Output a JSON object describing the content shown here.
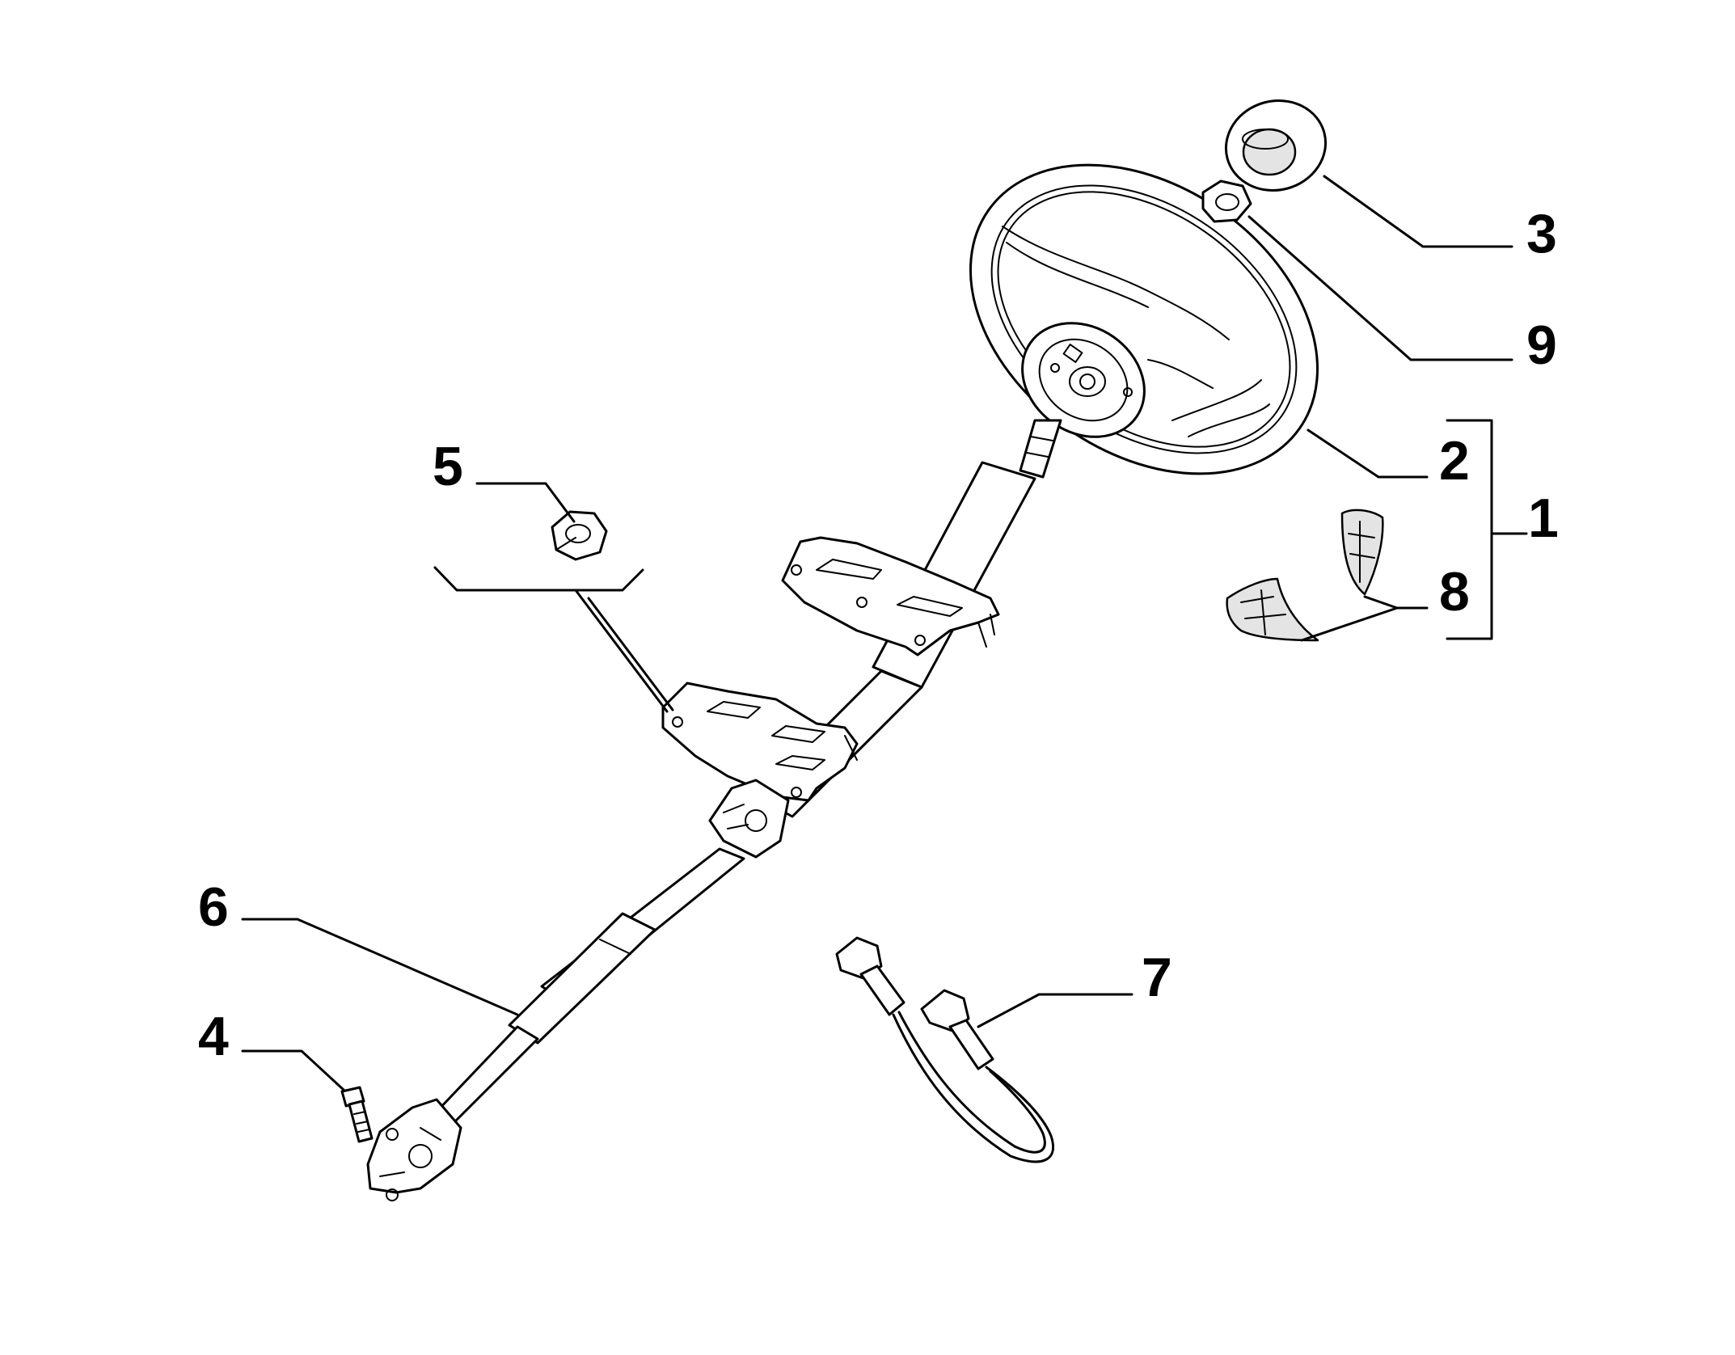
{
  "callouts": [
    {
      "id": "c1",
      "label": "1",
      "part": "steering-wheel-assembly"
    },
    {
      "id": "c2",
      "label": "2",
      "part": "steering-wheel"
    },
    {
      "id": "c3",
      "label": "3",
      "part": "horn-cover"
    },
    {
      "id": "c4",
      "label": "4",
      "part": "bolt"
    },
    {
      "id": "c5",
      "label": "5",
      "part": "nut"
    },
    {
      "id": "c6",
      "label": "6",
      "part": "steering-column"
    },
    {
      "id": "c7",
      "label": "7",
      "part": "wiring-harness"
    },
    {
      "id": "c8",
      "label": "8",
      "part": "steering-wheel-trim"
    },
    {
      "id": "c9",
      "label": "9",
      "part": "wheel-nut"
    }
  ]
}
